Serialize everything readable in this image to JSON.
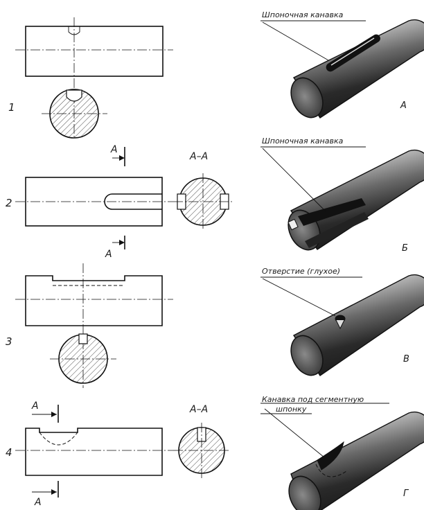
{
  "views": [
    {
      "number": "1"
    },
    {
      "number": "2",
      "cut_label": "А",
      "section_label": "А–А"
    },
    {
      "number": "3"
    },
    {
      "number": "4",
      "cut_label": "А",
      "section_label": "А–А"
    }
  ],
  "pictorials": [
    {
      "caption": "Шпоночная  канавка",
      "letter": "А"
    },
    {
      "caption": "Шпоночная  канавка",
      "letter": "Б"
    },
    {
      "caption": "Отверстие (глухое)",
      "letter": "В"
    },
    {
      "caption_line1": "Канавка под сегментную",
      "caption_line2": "шпонку",
      "letter": "Г"
    }
  ]
}
